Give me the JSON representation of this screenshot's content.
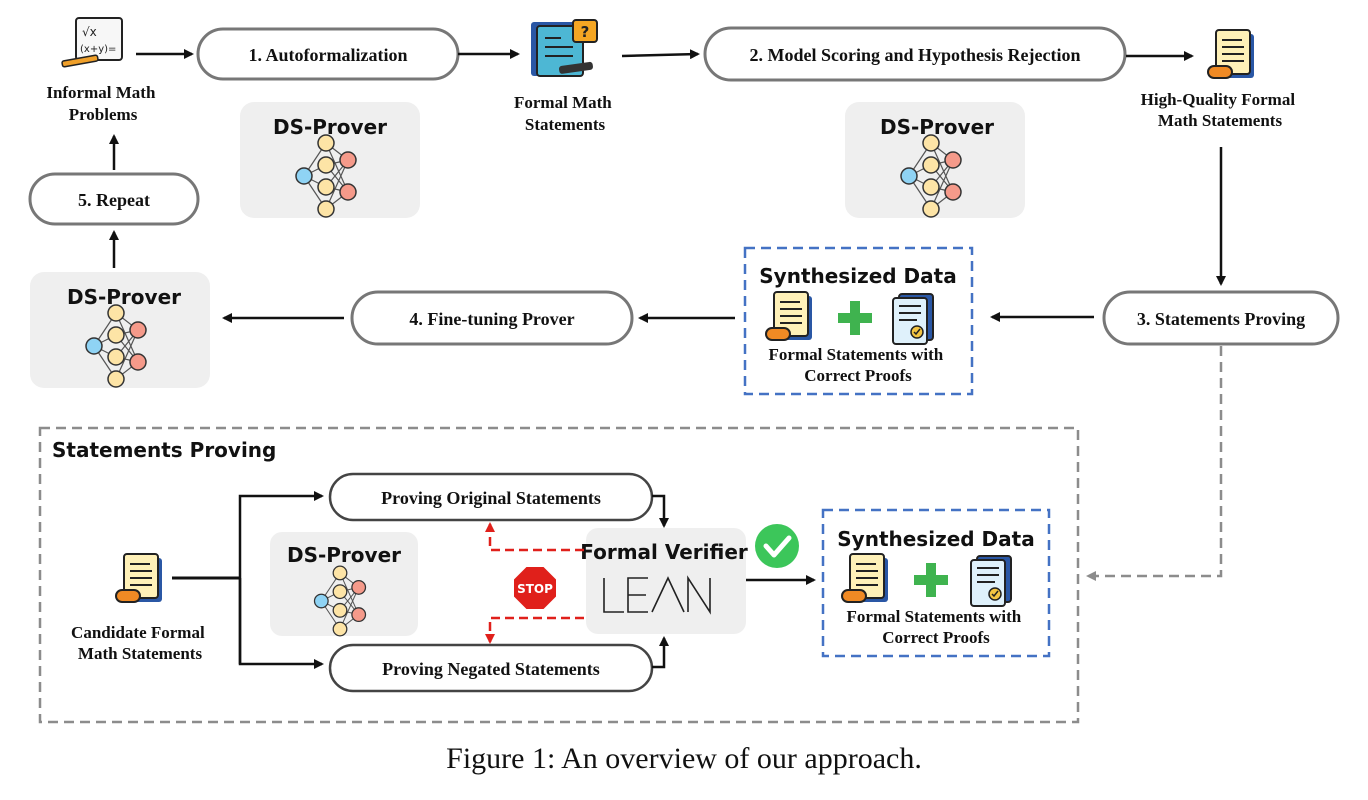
{
  "nodes": {
    "informal": [
      "Informal Math",
      "Problems"
    ],
    "autoformalization": "1. Autoformalization",
    "formal_math": [
      "Formal Math",
      "Statements"
    ],
    "scoring": "2. Model Scoring and Hypothesis Rejection",
    "high_quality": [
      "High-Quality Formal",
      "Math Statements"
    ],
    "proving": "3. Statements Proving",
    "finetune": "4. Fine-tuning Prover",
    "repeat": "5. Repeat"
  },
  "prover_label": "DS-Prover",
  "synth": {
    "title": "Synthesized Data",
    "caption": [
      "Formal Statements with",
      "Correct Proofs"
    ]
  },
  "section": {
    "title": "Statements Proving",
    "candidate": [
      "Candidate Formal",
      "Math Statements"
    ],
    "original": "Proving Original Statements",
    "negated": "Proving Negated Statements",
    "verifier": "Formal Verifier",
    "lean_logo": "LEAN",
    "stop": "STOP"
  },
  "figure_caption": "Figure 1: An overview of our approach.",
  "colors": {
    "blue_dash": "#4472c4",
    "gray_dash": "#8c8c8c",
    "red_dash": "#e0201b",
    "green_check": "#3cc65a",
    "prover_bg": "#efefef"
  },
  "icons": [
    "math-problem-icon",
    "question-document-icon",
    "scroll-document-icon",
    "certificate-icon",
    "plus-icon",
    "neural-network-icon",
    "stop-sign-icon",
    "check-circle-icon",
    "lean-logo"
  ]
}
